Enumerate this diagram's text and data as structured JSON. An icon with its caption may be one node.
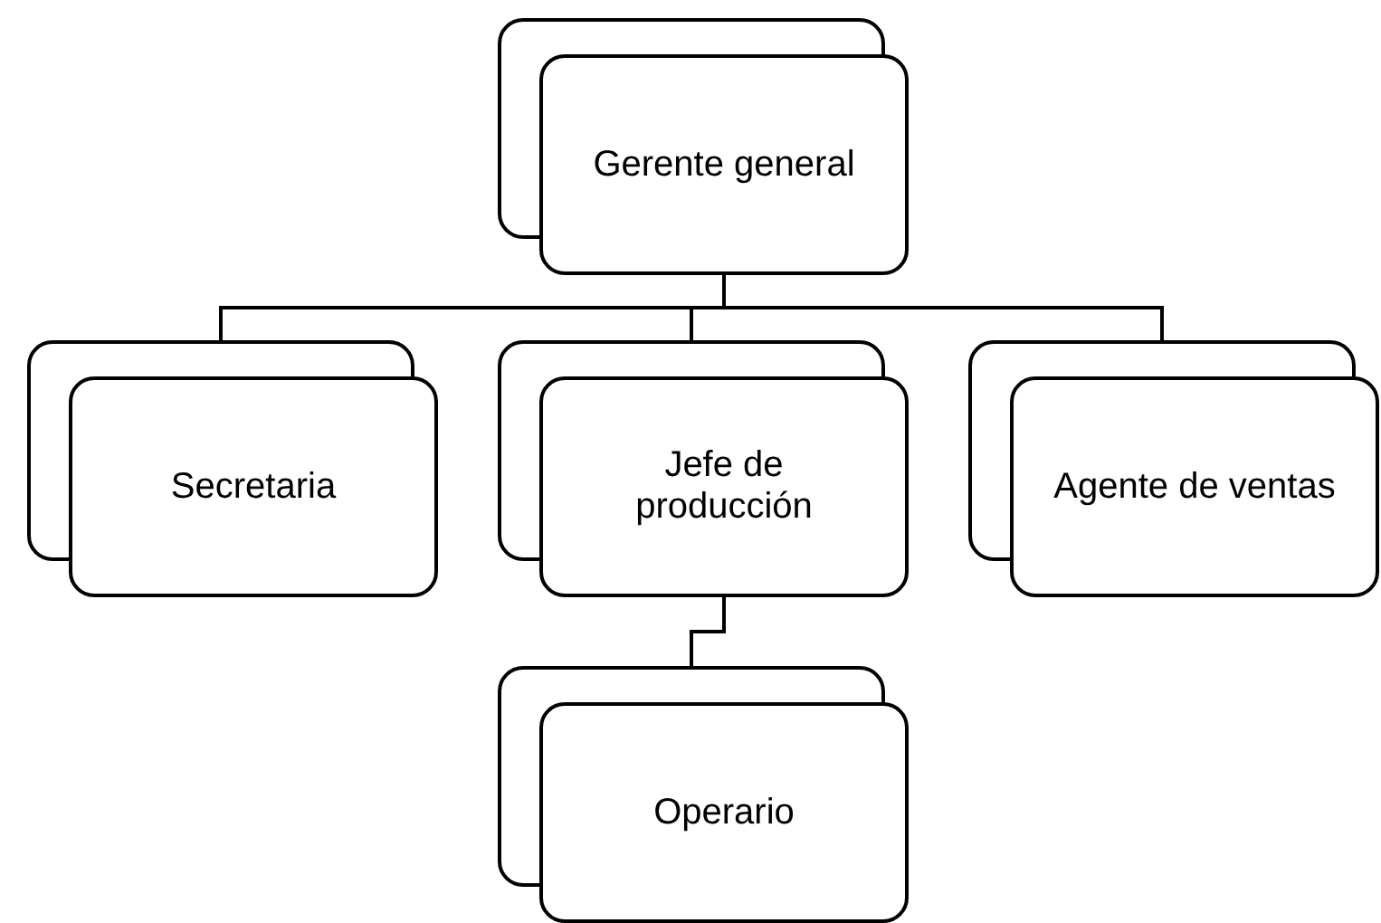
{
  "diagram": {
    "nodes": [
      {
        "text": [
          "Gerente general"
        ]
      },
      {
        "text": [
          "Secretaria"
        ]
      },
      {
        "text": [
          "Jefe de producción"
        ]
      },
      {
        "text": [
          "Agente de ventas"
        ]
      },
      {
        "text": [
          "Operario"
        ]
      }
    ],
    "edges": [
      {
        "from": 0,
        "to": 1,
        "arrow": "none"
      },
      {
        "from": 0,
        "to": 2,
        "arrow": "none"
      },
      {
        "from": 0,
        "to": 3,
        "arrow": "none"
      },
      {
        "from": 2,
        "to": 4,
        "arrow": "none"
      }
    ]
  }
}
